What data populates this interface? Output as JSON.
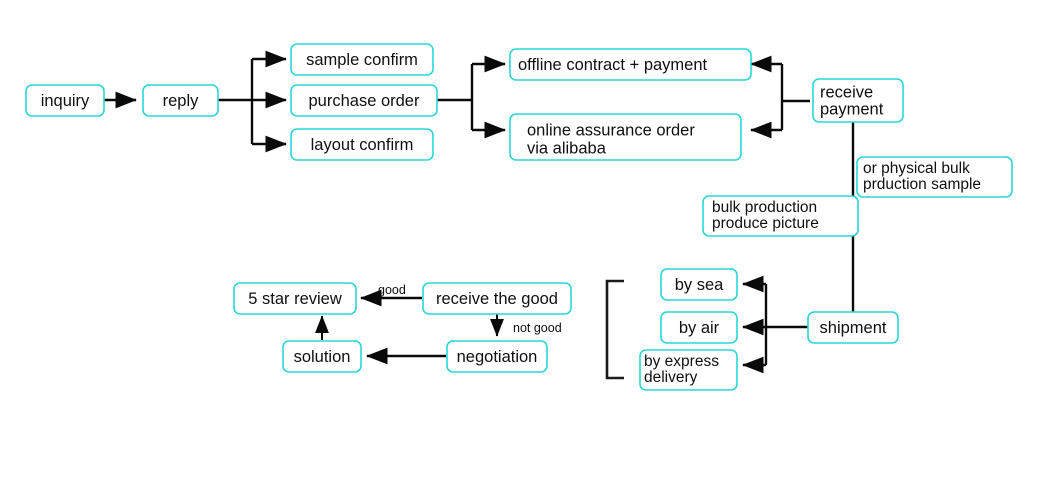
{
  "diagram": {
    "title": "Alibaba trade order process flowchart",
    "background_color": "#ffffff",
    "box_border_color": "#2bd6d6",
    "line_color": "#0a0a0a",
    "text_color": "#101010",
    "nodes": {
      "inquiry": "inquiry",
      "reply": "reply",
      "sample_confirm": "sample confirm",
      "purchase_order": "purchase order",
      "layout_confirm": "layout confirm",
      "offline_contract": "offline contract + payment",
      "online_assurance_line1": "online assurance order",
      "online_assurance_line2": "via alibaba",
      "receive_payment_line1": "receive",
      "receive_payment_line2": "payment",
      "physical_sample_line1": "or physical bulk",
      "physical_sample_line2": "prduction sample",
      "bulk_production_line1": "bulk production",
      "bulk_production_line2": "produce picture",
      "shipment": "shipment",
      "by_sea": "by sea",
      "by_air": "by air",
      "by_express_line1": "by express",
      "by_express_line2": "delivery",
      "receive_the_good": "receive the good",
      "five_star_review": "5 star review",
      "negotiation": "negotiation",
      "solution": "solution"
    },
    "edge_labels": {
      "good": "good",
      "not_good": "not good"
    }
  }
}
